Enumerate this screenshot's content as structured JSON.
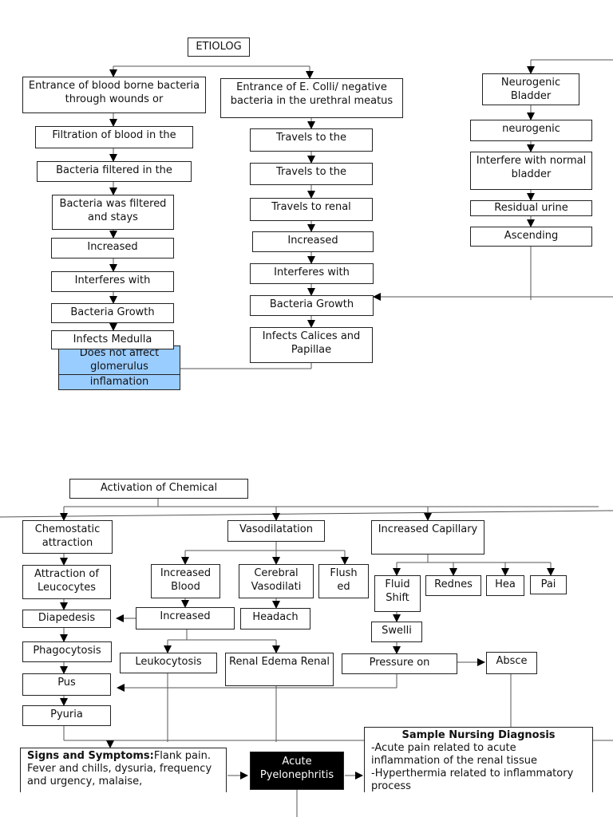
{
  "etiology": {
    "title": "ETIOLOG",
    "col1": {
      "b1": "Entrance of blood borne bacteria through wounds or",
      "b2": "Filtration of blood in the",
      "b3": "Bacteria filtered in the",
      "b4": "Bacteria was filtered and stays",
      "b5": "Increased",
      "b6": "Interferes with",
      "b7": "Bacteria Growth",
      "b8": "Infects Medulla",
      "b9": "Does not affect glomerulus",
      "b10": "inflamation"
    },
    "col2": {
      "b1": "Entrance of E. Colli/ negative bacteria in the urethral meatus",
      "b2": "Travels to the",
      "b3": "Travels to the",
      "b4": "Travels to renal",
      "b5": "Increased",
      "b6": "Interferes with",
      "b7": "Bacteria Growth",
      "b8": "Infects Calices and Papillae"
    },
    "col3": {
      "b1": "Neurogenic Bladder",
      "b2": "neurogenic",
      "b3": "Interfere with normal bladder",
      "b4": "Residual urine",
      "b5": "Ascending"
    }
  },
  "inflammation": {
    "activation": "Activation of Chemical",
    "chemostatic": "Chemostatic attraction",
    "attraction": "Attraction of Leucocytes",
    "diapedesis": "Diapedesis",
    "phagocytosis": "Phagocytosis",
    "pus": "Pus",
    "pyuria": "Pyuria",
    "vasodilatation": "Vasodilatation",
    "increased_blood": "Increased Blood",
    "cerebral": "Cerebral Vasodilati",
    "flushed": "Flush ed",
    "increased2": "Increased",
    "headache": "Headach",
    "leukocytosis": "Leukocytosis",
    "renal_edema": "Renal Edema Renal",
    "capillary": "Increased Capillary",
    "fluid_shift": "Fluid Shift",
    "redness": "Rednes",
    "heat": "Hea",
    "pain": "Pai",
    "swelling": "Swelli",
    "pressure": "Pressure on",
    "abscess": "Absce"
  },
  "bottom": {
    "signs_title": "Signs and Symptoms:",
    "signs_text": "Flank pain. Fever and chills, dysuria, frequency and urgency, malaise,",
    "acute": "Acute Pyelonephritis",
    "nursing_title": "Sample Nursing Diagnosis",
    "nursing_1": "-Acute pain related to acute inflammation of the renal tissue",
    "nursing_2": "-Hyperthermia related to inflammatory process"
  }
}
